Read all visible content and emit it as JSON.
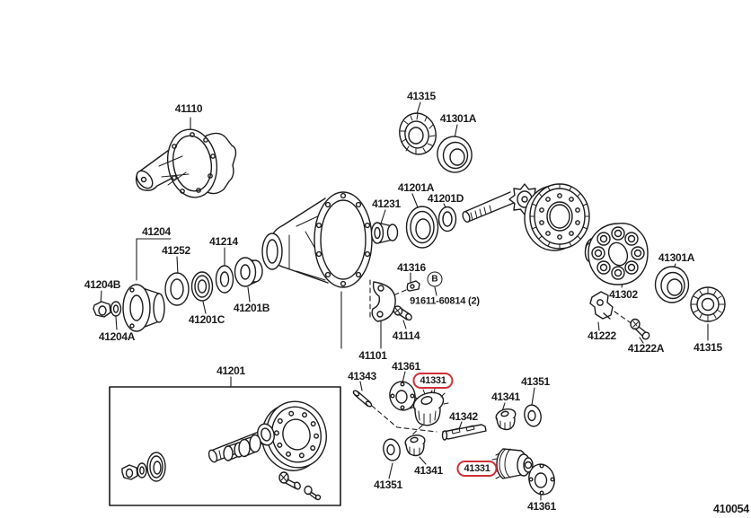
{
  "colors": {
    "ink": "#1c1c1c",
    "highlight": "#cf3038",
    "background": "#ffffff"
  },
  "figure": {
    "figure_number": "410054"
  },
  "labels": {
    "l41110": "41110",
    "l41204": "41204",
    "l41252": "41252",
    "l41214": "41214",
    "l41204b": "41204B",
    "l41204a": "41204A",
    "l41201c": "41201C",
    "l41201b": "41201B",
    "l41315_top": "41315",
    "l41301a_top": "41301A",
    "l41231": "41231",
    "l41201a": "41201A",
    "l41201d": "41201D",
    "l41316": "41316",
    "bolt_symbol": "B",
    "bolt_code": "91611-60814 (2)",
    "l41114": "41114",
    "l41101": "41101",
    "l41302": "41302",
    "l41301a_right": "41301A",
    "l41315_right": "41315",
    "l41222": "41222",
    "l41222a": "41222A",
    "l41201_box": "41201",
    "l41343": "41343",
    "l41361_upper": "41361",
    "l41331_upper": "41331",
    "l41342": "41342",
    "l41341_right": "41341",
    "l41351_right": "41351",
    "l41341_lower": "41341",
    "l41351_lower": "41351",
    "l41331_lower": "41331",
    "l41361_lower": "41361"
  }
}
